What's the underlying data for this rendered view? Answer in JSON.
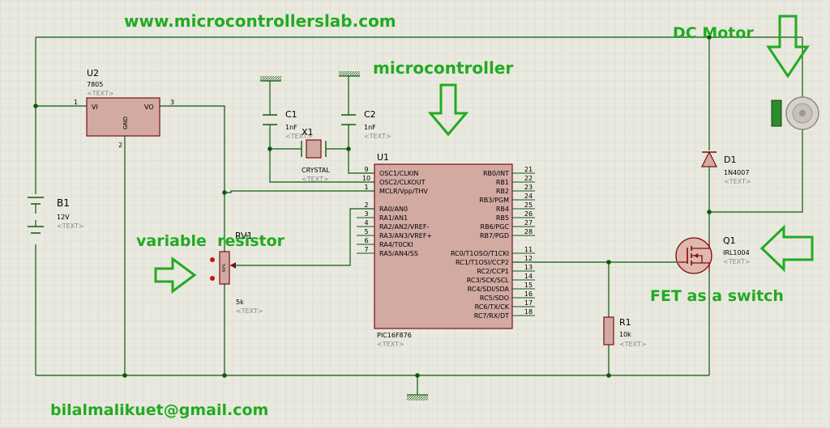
{
  "annotations": {
    "website": "www.microcontrollerslab.com",
    "dc_motor": "DC Motor",
    "microcontroller": "microcontroller",
    "variable_resistor": "variable  resistor",
    "fet_switch": "FET as a switch",
    "email": "bilalmalikuet@gmail.com"
  },
  "placeholder_text": "<TEXT>",
  "components": {
    "u2": {
      "ref": "U2",
      "value": "7805",
      "pin_vi": "VI",
      "pin_vo": "VO",
      "pin_gnd": "GND",
      "pin1": "1",
      "pin2": "2",
      "pin3": "3"
    },
    "b1": {
      "ref": "B1",
      "value": "12V"
    },
    "c1": {
      "ref": "C1",
      "value": "1nF"
    },
    "c2": {
      "ref": "C2",
      "value": "1nF"
    },
    "x1": {
      "ref": "X1",
      "value": "CRYSTAL"
    },
    "rv1": {
      "ref": "RV1",
      "value": "5k",
      "wiper": "40%"
    },
    "u1": {
      "ref": "U1",
      "value": "PIC16F876",
      "left_pins": [
        {
          "num": "9",
          "name": "OSC1/CLKIN"
        },
        {
          "num": "10",
          "name": "OSC2/CLKOUT"
        },
        {
          "num": "1",
          "name": "MCLR/Vpp/THV"
        },
        {
          "num": "2",
          "name": "RA0/AN0"
        },
        {
          "num": "3",
          "name": "RA1/AN1"
        },
        {
          "num": "4",
          "name": "RA2/AN2/VREF-"
        },
        {
          "num": "5",
          "name": "RA3/AN3/VREF+"
        },
        {
          "num": "6",
          "name": "RA4/T0CKI"
        },
        {
          "num": "7",
          "name": "RA5/AN4/SS"
        }
      ],
      "right_pins": [
        {
          "num": "21",
          "name": "RB0/INT"
        },
        {
          "num": "22",
          "name": "RB1"
        },
        {
          "num": "23",
          "name": "RB2"
        },
        {
          "num": "24",
          "name": "RB3/PGM"
        },
        {
          "num": "25",
          "name": "RB4"
        },
        {
          "num": "26",
          "name": "RB5"
        },
        {
          "num": "27",
          "name": "RB6/PGC"
        },
        {
          "num": "28",
          "name": "RB7/PGD"
        },
        {
          "num": "11",
          "name": "RC0/T1OSO/T1CKI"
        },
        {
          "num": "12",
          "name": "RC1/T1OSI/CCP2"
        },
        {
          "num": "13",
          "name": "RC2/CCP1"
        },
        {
          "num": "14",
          "name": "RC3/SCK/SCL"
        },
        {
          "num": "15",
          "name": "RC4/SDI/SDA"
        },
        {
          "num": "16",
          "name": "RC5/SDO"
        },
        {
          "num": "17",
          "name": "RC6/TX/CK"
        },
        {
          "num": "18",
          "name": "RC7/RX/DT"
        }
      ]
    },
    "d1": {
      "ref": "D1",
      "value": "1N4007"
    },
    "q1": {
      "ref": "Q1",
      "value": "IRL1004"
    },
    "r1": {
      "ref": "R1",
      "value": "10k"
    }
  },
  "colors": {
    "background": "#e9e9df",
    "grid": "#cfcfc4",
    "wire": "#0c5a0c",
    "component_fill": "#d2aaa2",
    "component_stroke": "#7a1010",
    "annotation": "#22aa22",
    "placeholder": "#8a8a8a"
  }
}
